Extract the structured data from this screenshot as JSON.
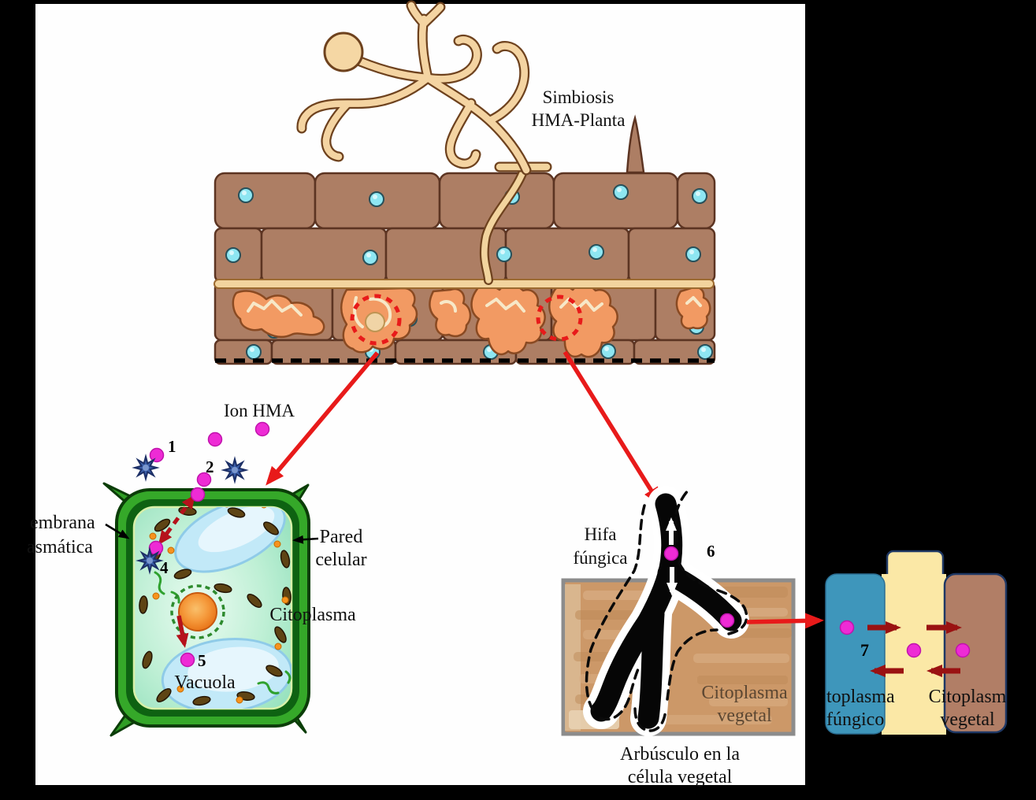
{
  "title": {
    "line1": "Simbiosis",
    "line2": "HMA-Planta"
  },
  "cell": {
    "ion_label": "Ion HMA",
    "membrane_line1": "embrana",
    "membrane_line2": "asmática",
    "wall_line1": "Pared",
    "wall_line2": "celular",
    "cytoplasm_label": "Citoplasma",
    "vacuole_label": "Vacuola",
    "step1": "1",
    "step2": "2",
    "step4": "4",
    "step5": "5"
  },
  "arbuscule": {
    "hypha_line1": "Hifa",
    "hypha_line2": "fúngica",
    "step6": "6",
    "box_label_line1": "Citoplasma",
    "box_label_line2": "vegetal",
    "caption_line1": "Arbúsculo en la",
    "caption_line2": "célula vegetal"
  },
  "interface_panel": {
    "step7": "7",
    "fungal_label_line1": "toplasma",
    "fungal_label_line2": "fúngico",
    "plant_label_line1": "Citoplasm",
    "plant_label_line2": "vegetal"
  },
  "colors": {
    "ion_dot": "#EE2BD5",
    "accent_red": "#E81A1A",
    "dark_red": "#9A1212",
    "crimson": "#B5121B",
    "fungal_blue": "#3E96BB",
    "interface_yellow": "#FBE8A6",
    "plant_brown": "#B17E66",
    "navy_border": "#1F3864",
    "root_cell": "#AD7E64",
    "hypha_tan": "#F2CFA0"
  }
}
